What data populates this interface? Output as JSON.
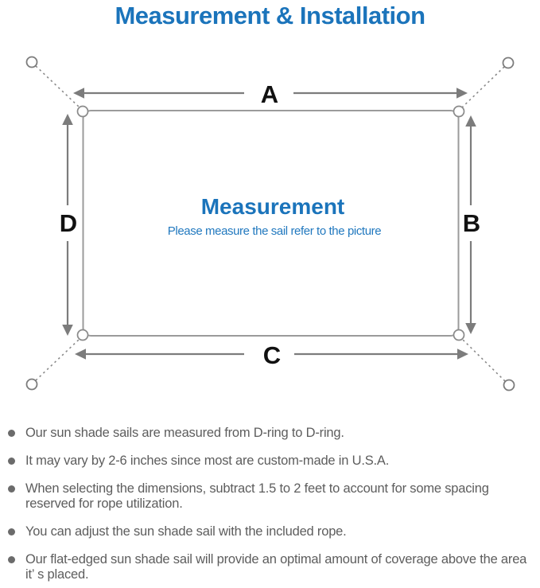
{
  "header": {
    "title": "Measurement & Installation",
    "title_color": "#1b74bb"
  },
  "diagram": {
    "sail": {
      "center_title": "Measurement",
      "center_subtitle": "Please measure the sail refer to the picture",
      "border_color": "#9b9b9b",
      "fill_color": "#ffffff",
      "center_title_color": "#1b74bb",
      "center_subtitle_color": "#2279bf"
    },
    "dimension_labels": {
      "top": "A",
      "right": "B",
      "bottom": "C",
      "left": "D"
    },
    "label_color": "#111111",
    "arrow_color": "#7c7c7c",
    "anchor_line_style": "dashed"
  },
  "notes": {
    "text_color": "#5d5d5d",
    "bullet_color": "#6b6b6b",
    "items": [
      "Our sun shade sails are measured from D-ring to D-ring.",
      "It may vary by 2-6 inches since most are custom-made in U.S.A.",
      "When selecting the dimensions, subtract 1.5 to 2 feet to account for some spacing reserved for rope utilization.",
      "You can adjust the sun shade sail with the included rope.",
      "Our flat-edged sun shade sail will provide an optimal amount of coverage above the area it’ s placed."
    ]
  }
}
